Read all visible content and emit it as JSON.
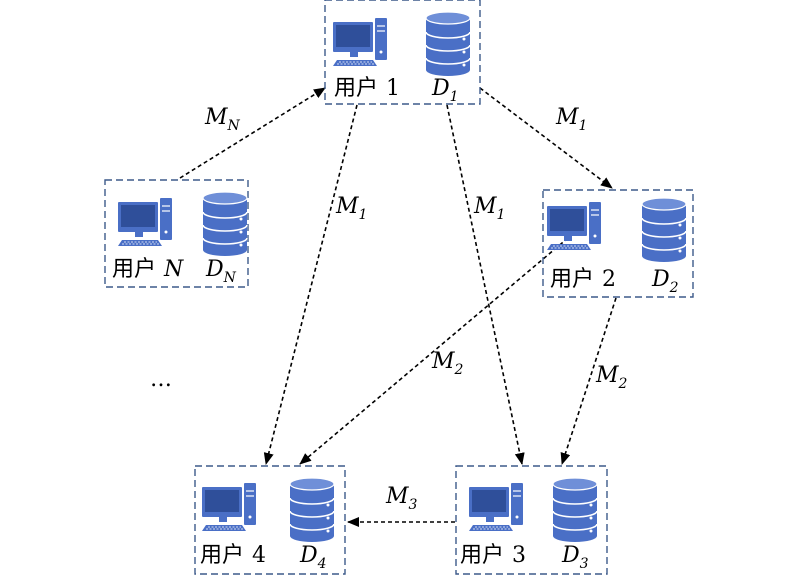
{
  "nodes": {
    "user1": {
      "user_word": "用户",
      "user_num": "1",
      "db_letter": "D",
      "db_sub": "1"
    },
    "user2": {
      "user_word": "用户",
      "user_num": "2",
      "db_letter": "D",
      "db_sub": "2"
    },
    "user3": {
      "user_word": "用户",
      "user_num": "3",
      "db_letter": "D",
      "db_sub": "3"
    },
    "user4": {
      "user_word": "用户",
      "user_num": "4",
      "db_letter": "D",
      "db_sub": "4"
    },
    "userN": {
      "user_word": "用户",
      "user_num": "N",
      "db_letter": "D",
      "db_sub": "N"
    }
  },
  "edges": {
    "n_to_1": {
      "letter": "M",
      "sub": "N"
    },
    "1_to_2": {
      "letter": "M",
      "sub": "1"
    },
    "1_to_4": {
      "letter": "M",
      "sub": "1"
    },
    "1_to_3": {
      "letter": "M",
      "sub": "1"
    },
    "2_to_4": {
      "letter": "M",
      "sub": "2"
    },
    "2_to_3": {
      "letter": "M",
      "sub": "2"
    },
    "3_to_4": {
      "letter": "M",
      "sub": "3"
    }
  },
  "ellipsis": "…",
  "colors": {
    "icon": "#4a6fc6",
    "icon_dark": "#2f4f9a",
    "box_stroke": "#3d5a8a"
  }
}
